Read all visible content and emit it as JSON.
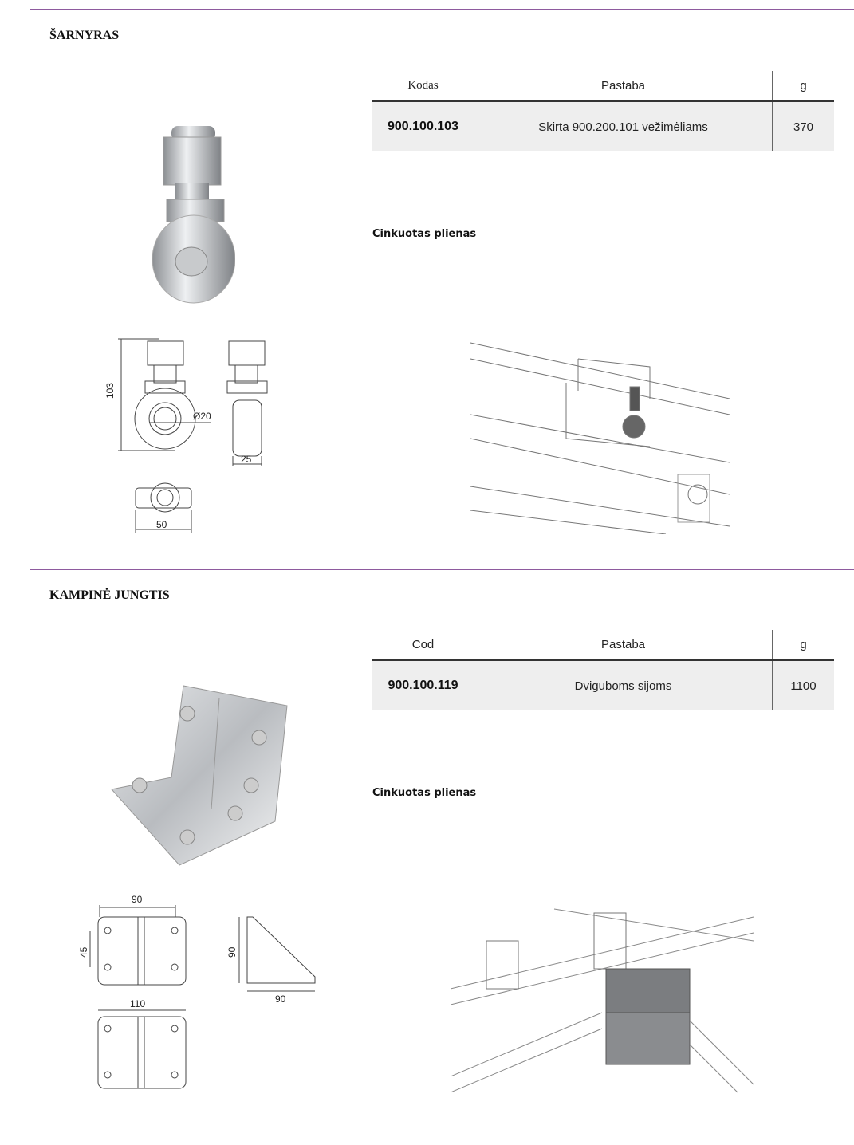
{
  "sections": [
    {
      "title": "ŠARNYRAS",
      "table": {
        "headers": [
          "Kodas",
          "Pastaba",
          "g"
        ],
        "row": {
          "code": "900.100.103",
          "note": "Skirta 900.200.101 vežimėliams",
          "weight": "370"
        }
      },
      "material": "Cinkuotas plienas",
      "dims": {
        "height": "103",
        "diameter": "Ø20",
        "width": "25",
        "length": "50"
      }
    },
    {
      "title": "KAMPINĖ JUNGTIS",
      "table": {
        "headers": [
          "Cod",
          "Pastaba",
          "g"
        ],
        "row": {
          "code": "900.100.119",
          "note": "Dviguboms sijoms",
          "weight": "1100"
        }
      },
      "material": "Cinkuotas plienas",
      "dims": {
        "top_width": "90",
        "hole_spacing": "45",
        "side_height": "90",
        "side_width": "90",
        "bottom_width": "110"
      }
    }
  ],
  "colors": {
    "rule": "#8e5a9e",
    "table_bg": "#eeeeee"
  }
}
